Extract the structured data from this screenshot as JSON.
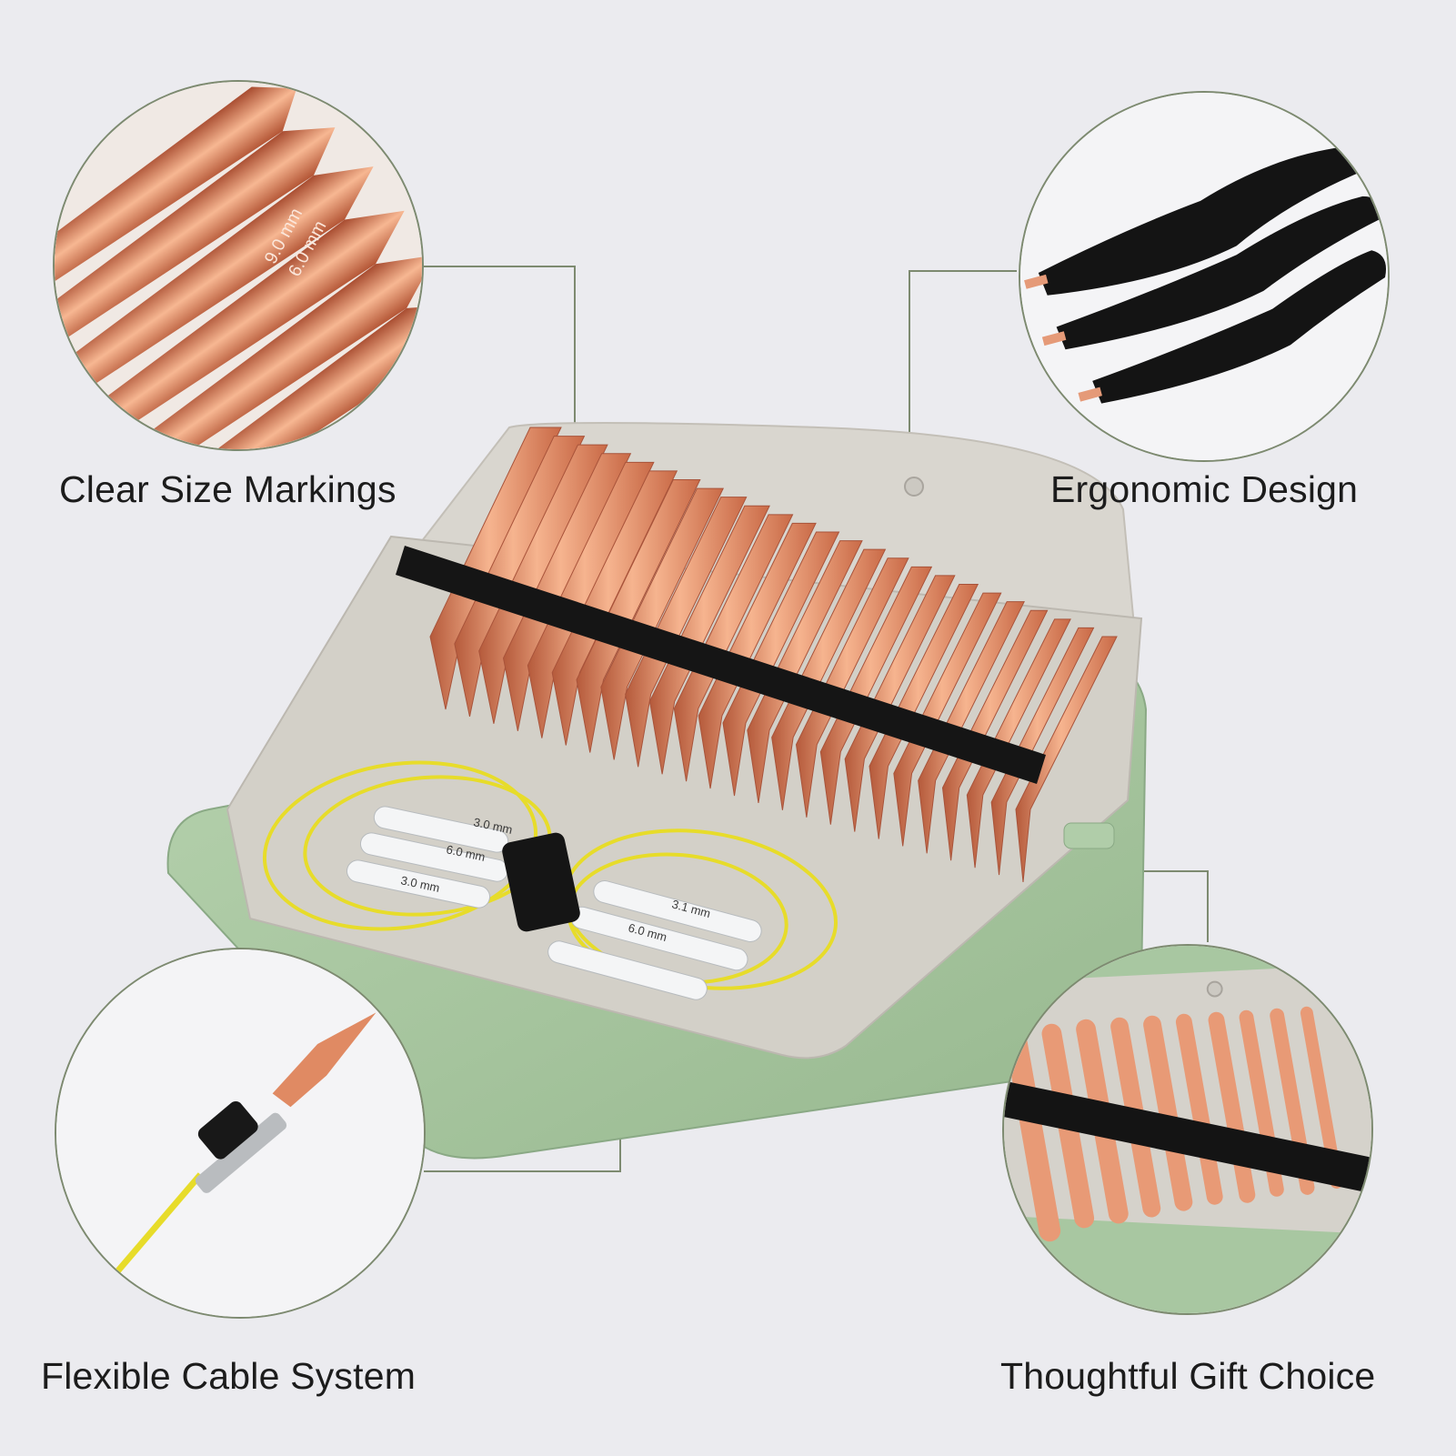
{
  "features": {
    "top_left": "Clear Size Markings",
    "top_right": "Ergonomic Design",
    "bottom_left": "Flexible Cable System",
    "bottom_right": "Thoughtful Gift Choice"
  },
  "stoppers": [
    "3.0 mm",
    "6.0 mm",
    "3.0 mm",
    "3.1 mm",
    "6.0 mm"
  ],
  "needle_markings": [
    "9.0 mm",
    "6.0 mm"
  ],
  "colors": {
    "background": "#ebebef",
    "case_green": "#a7c6a0",
    "case_lining": "#d6d3cc",
    "needle_copper": "#e08a63",
    "cable_yellow": "#e7dc2a",
    "band_black": "#151515",
    "leader_line": "#7d8a70"
  }
}
